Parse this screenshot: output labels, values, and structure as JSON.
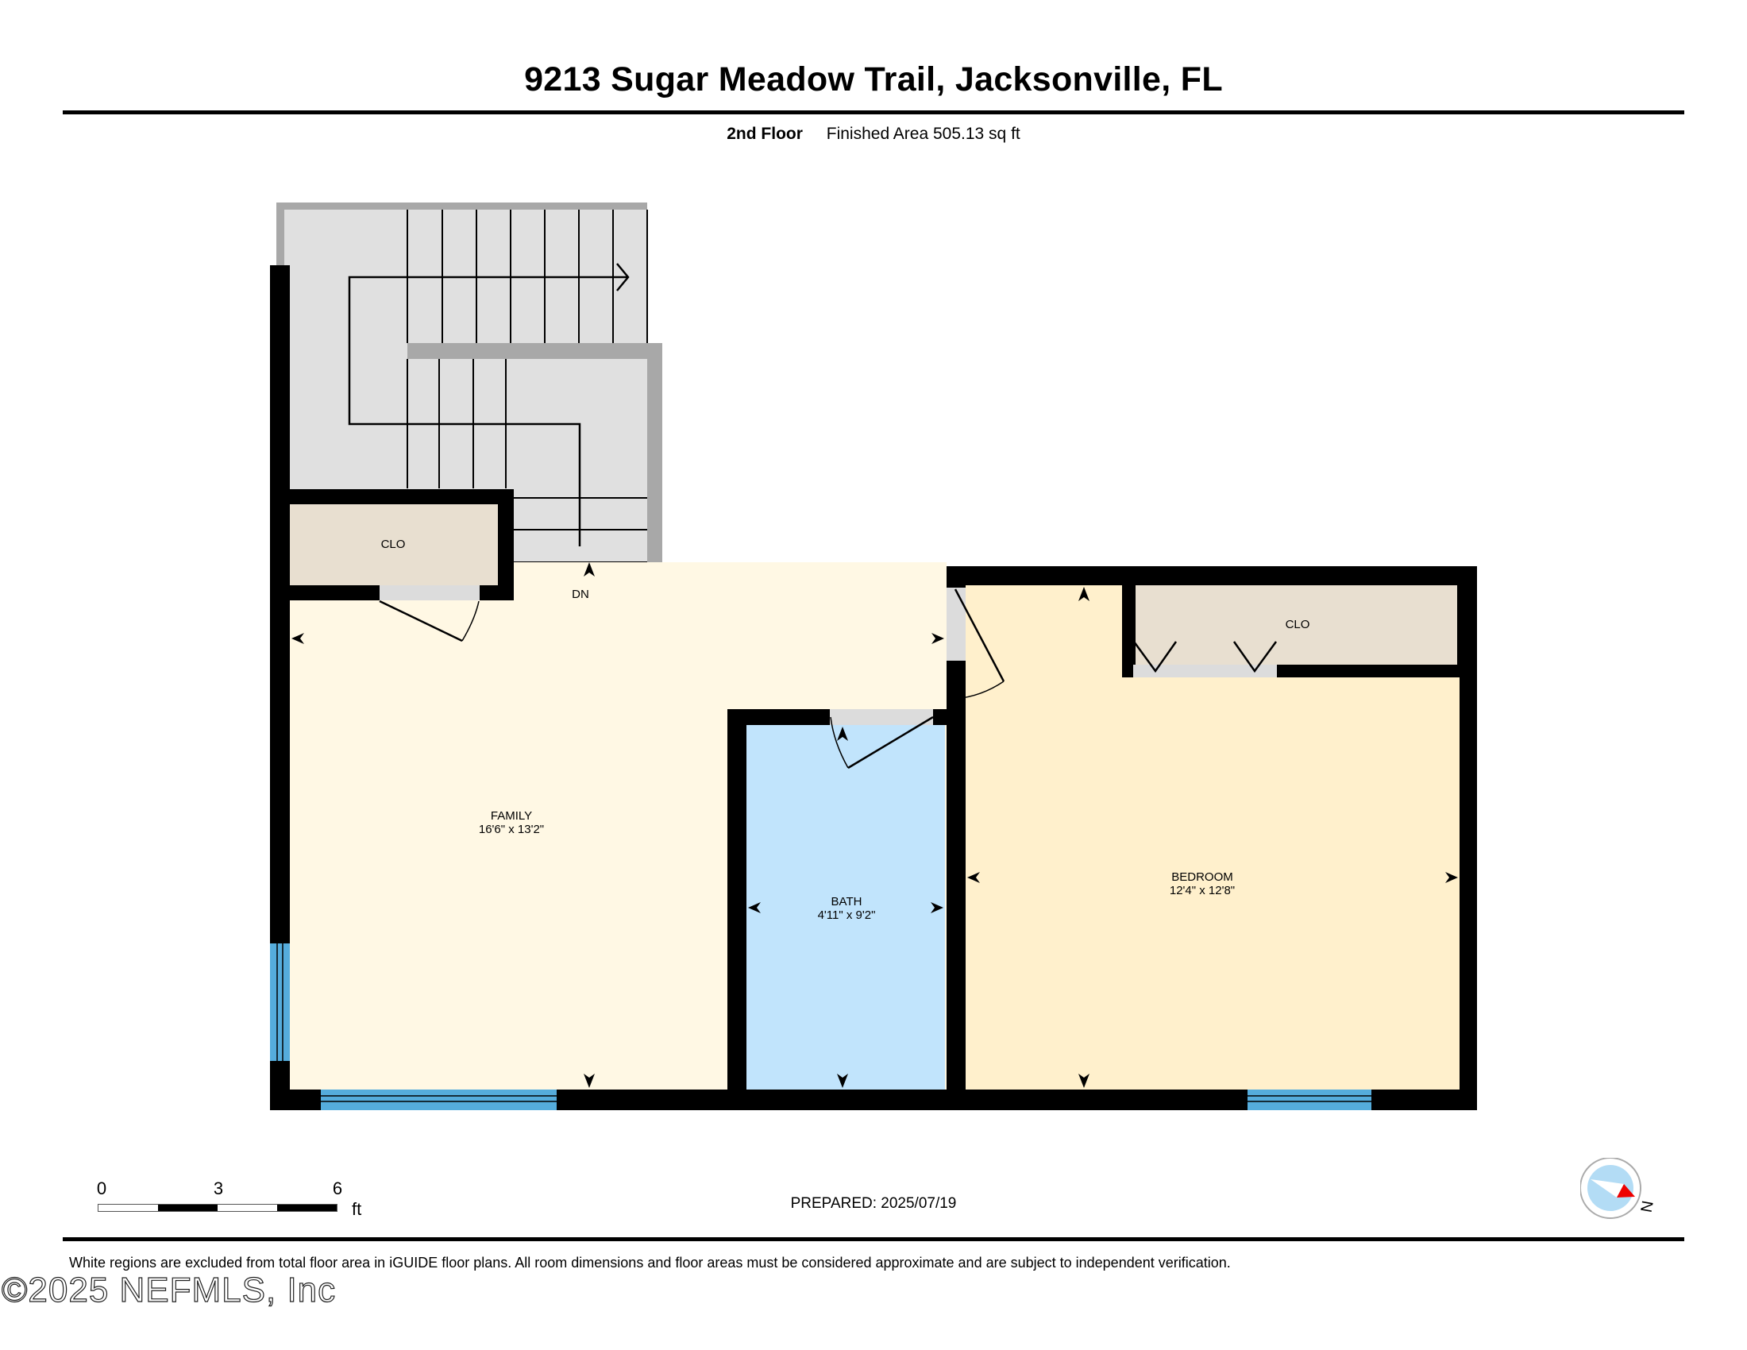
{
  "header": {
    "title": "9213 Sugar Meadow Trail, Jacksonville, FL",
    "floor_label": "2nd Floor",
    "area_text": "Finished Area 505.13 sq ft"
  },
  "rooms": [
    {
      "name": "FAMILY",
      "dims": "16'6\" x 13'2\"",
      "color": "#fff8e4"
    },
    {
      "name": "BATH",
      "dims": "4'11\" x 9'2\"",
      "color": "#c1e4fc"
    },
    {
      "name": "BEDROOM",
      "dims": "12'4\" x 12'8\"",
      "color": "#fff0cc"
    },
    {
      "name": "CLO",
      "dims": "",
      "color": "#e8dfd0"
    },
    {
      "name": "CLO",
      "dims": "",
      "color": "#e8dfd0"
    }
  ],
  "stairs": {
    "label": "DN",
    "color": "#e0e0e0",
    "wall_color": "#a8a8a8"
  },
  "colors": {
    "wall": "#000000",
    "window": "#55acdc",
    "door_opening": "#dcdcdc"
  },
  "scale_bar": {
    "ticks": [
      "0",
      "3",
      "6"
    ],
    "unit": "ft"
  },
  "prepared": "PREPARED: 2025/07/19",
  "compass": {
    "label": "N"
  },
  "footer": {
    "disclaimer": "White regions are excluded from total floor area in iGUIDE floor plans. All room dimensions and floor areas must be considered approximate and are subject to independent verification.",
    "copyright": "©2025 NEFMLS, Inc"
  }
}
